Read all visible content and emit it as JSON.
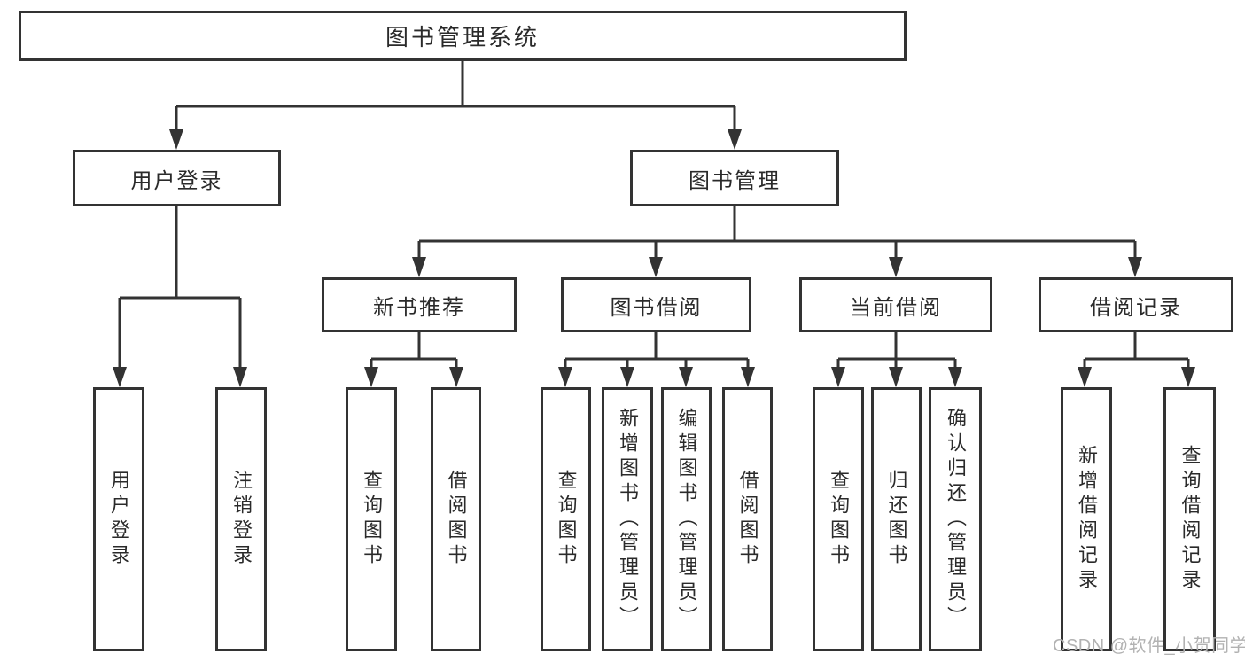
{
  "diagram_title": "图书管理系统",
  "tree": {
    "label": "图书管理系统",
    "children": [
      {
        "label": "用户登录",
        "children": [
          {
            "label": "用户登录"
          },
          {
            "label": "注销登录"
          }
        ]
      },
      {
        "label": "图书管理",
        "children": [
          {
            "label": "新书推荐",
            "children": [
              {
                "label": "查询图书"
              },
              {
                "label": "借阅图书"
              }
            ]
          },
          {
            "label": "图书借阅",
            "children": [
              {
                "label": "查询图书"
              },
              {
                "label": "新增图书（管理员）"
              },
              {
                "label": "编辑图书（管理员）"
              },
              {
                "label": "借阅图书"
              }
            ]
          },
          {
            "label": "当前借阅",
            "children": [
              {
                "label": "查询图书"
              },
              {
                "label": "归还图书"
              },
              {
                "label": "确认归还（管理员）"
              }
            ]
          },
          {
            "label": "借阅记录",
            "children": [
              {
                "label": "新增借阅记录"
              },
              {
                "label": "查询借阅记录"
              }
            ]
          }
        ]
      }
    ]
  },
  "watermark": {
    "text": "CSDN @软件_小贺同学"
  },
  "colors": {
    "line": "#333333",
    "text": "#2a2a2a",
    "box_background": "#ffffff",
    "watermark": "#b2b2b2"
  }
}
